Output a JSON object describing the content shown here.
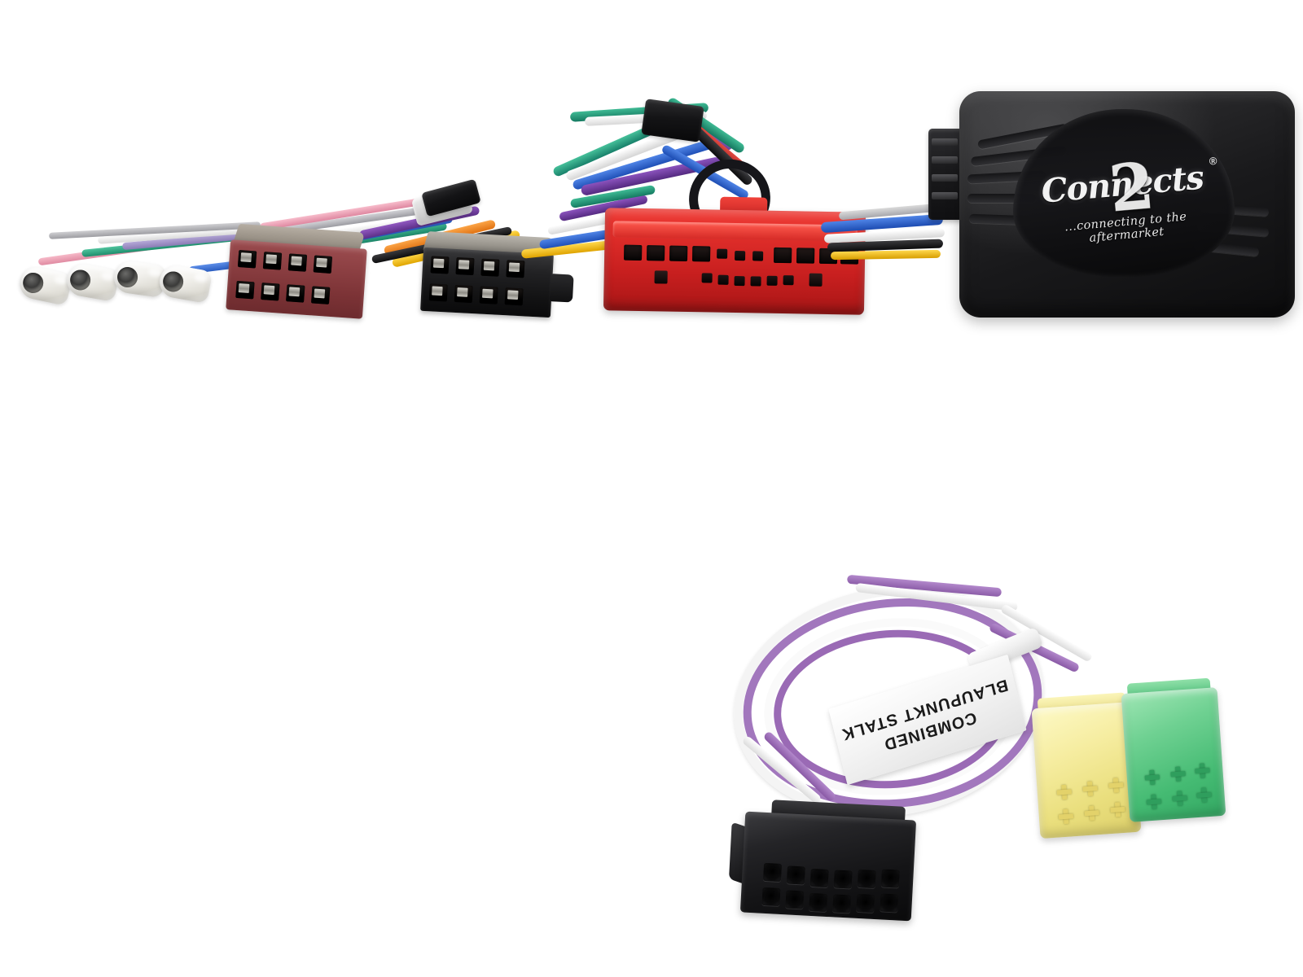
{
  "product": {
    "brand": "Connects2",
    "logo_text": "Connects",
    "logo_numeral": "2",
    "registered_mark": "®",
    "tagline": "...connecting to the aftermarket",
    "background_color": "#ffffff"
  },
  "cable_label": {
    "line1": "COMBINED",
    "line2": "BLAUPUNKT STALK",
    "text": "COMBINED\nBLAUPUNKT STALK",
    "orientation": "rotated-180"
  },
  "harness": {
    "name": "steering-wheel-control-interface-harness",
    "connectors": [
      {
        "id": "bullet-1",
        "type": "bullet-connector",
        "color_name": "clear-white",
        "color": "#f5f4ef",
        "wire_color": "#f0a9bd",
        "wire_color_name": "pink"
      },
      {
        "id": "bullet-2",
        "type": "bullet-connector",
        "color_name": "clear-white",
        "color": "#f5f4ef",
        "wire_color": "#2fa67f",
        "wire_color_name": "green"
      },
      {
        "id": "bullet-3",
        "type": "bullet-connector",
        "color_name": "clear-white",
        "color": "#f5f4ef",
        "wire_color": "#9d8fc4",
        "wire_color_name": "violet"
      },
      {
        "id": "bullet-4",
        "type": "bullet-connector",
        "color_name": "clear-white",
        "color": "#f5f4ef",
        "wire_color": "#3a6fd8",
        "wire_color_name": "blue"
      },
      {
        "id": "iso-power",
        "type": "iso-block-a",
        "color_name": "brown",
        "color": "#8a3f42",
        "pins": 8
      },
      {
        "id": "iso-speaker",
        "type": "iso-block-b",
        "color_name": "black",
        "color": "#16161a",
        "pins": 8
      },
      {
        "id": "vehicle-connector",
        "type": "oem-multiway",
        "color_name": "red",
        "color": "#d8302b",
        "pins": 24
      },
      {
        "id": "module",
        "type": "interface-module",
        "color_name": "black",
        "color": "#141416"
      }
    ],
    "wire_colors": [
      "#e38fa8",
      "#2fa67f",
      "#9d8fc4",
      "#3a6fd8",
      "#ffffff",
      "#f2b31c",
      "#e8782a",
      "#7d3fb2",
      "#1f2024",
      "#cf2a2a",
      "#2fb4a0",
      "#7a3a2a"
    ]
  },
  "stalk_cable": {
    "name": "blaupunkt-stalk-patch-lead",
    "twisted_pair": [
      {
        "color_name": "purple",
        "color": "#9b6fb5"
      },
      {
        "color_name": "white",
        "color": "#f7f7f7"
      }
    ],
    "connectors": [
      {
        "id": "molex-12",
        "type": "molex-connector",
        "color_name": "black",
        "color": "#121214",
        "pins": 12,
        "rows": 2,
        "columns": 6
      },
      {
        "id": "mini-iso-yellow",
        "type": "mini-iso",
        "color_name": "yellow",
        "color": "#f0e48c",
        "pins": 6
      },
      {
        "id": "mini-iso-green",
        "type": "mini-iso",
        "color_name": "green",
        "color": "#55c480",
        "pins": 6
      }
    ]
  }
}
